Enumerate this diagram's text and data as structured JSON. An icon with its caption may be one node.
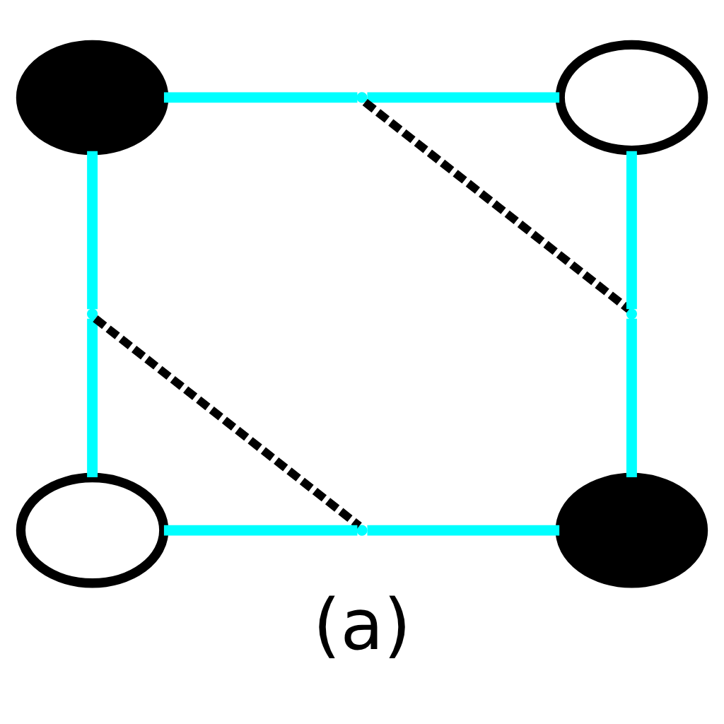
{
  "diagram": {
    "caption": "(a)",
    "nodes": [
      {
        "text": [],
        "shape": "ellipse"
      },
      {
        "text": [],
        "shape": "point"
      },
      {
        "text": [],
        "shape": "ellipse"
      },
      {
        "text": [],
        "shape": "point"
      },
      {
        "text": [],
        "shape": "point"
      },
      {
        "text": [],
        "shape": "ellipse"
      },
      {
        "text": [],
        "shape": "point"
      },
      {
        "text": [],
        "shape": "ellipse"
      }
    ],
    "edges": [
      {
        "from": 0,
        "to": 1,
        "arrow": "none"
      },
      {
        "from": 1,
        "to": 2,
        "arrow": "none"
      },
      {
        "from": 0,
        "to": 3,
        "arrow": "none"
      },
      {
        "from": 3,
        "to": 5,
        "arrow": "none"
      },
      {
        "from": 2,
        "to": 4,
        "arrow": "none"
      },
      {
        "from": 4,
        "to": 7,
        "arrow": "none"
      },
      {
        "from": 5,
        "to": 6,
        "arrow": "none"
      },
      {
        "from": 6,
        "to": 7,
        "arrow": "none"
      },
      {
        "from": 1,
        "to": 4,
        "arrow": "none",
        "style": "dashed",
        "color": "#000000"
      },
      {
        "from": 3,
        "to": 6,
        "arrow": "none",
        "style": "dashed",
        "color": "#000000"
      }
    ]
  }
}
